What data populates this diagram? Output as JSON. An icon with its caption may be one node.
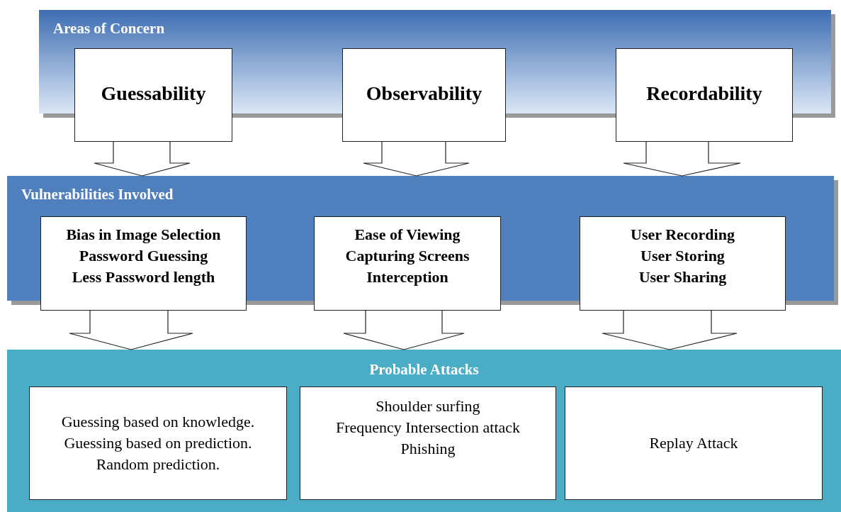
{
  "diagram": {
    "nodes": [
      {
        "text": [
          "Areas of Concern"
        ]
      },
      {
        "text": [
          "Guessability"
        ]
      },
      {
        "text": [
          "Observability"
        ]
      },
      {
        "text": [
          "Recordability"
        ]
      },
      {
        "text": [
          "Vulnerabilities Involved"
        ]
      },
      {
        "text": [
          "Bias in Image Selection",
          "Password Guessing",
          "Less Password length"
        ]
      },
      {
        "text": [
          "Ease of Viewing",
          "Capturing Screens",
          "Interception"
        ]
      },
      {
        "text": [
          "User Recording",
          "User Storing",
          "User Sharing"
        ]
      },
      {
        "text": [
          "Probable Attacks"
        ]
      },
      {
        "text": [
          "Guessing based on knowledge.",
          "Guessing based on prediction.",
          "Random prediction."
        ],
        "in": 8
      },
      {
        "text": [
          "Shoulder surfing",
          "Frequency Intersection attack",
          "Phishing"
        ],
        "in": 8
      },
      {
        "text": [
          "Replay Attack"
        ],
        "in": 8
      }
    ],
    "edges": [
      {
        "from": 1,
        "to": 4,
        "arrow": "to"
      },
      {
        "from": 2,
        "to": 4,
        "arrow": "to"
      },
      {
        "from": 3,
        "to": 4,
        "arrow": "to"
      },
      {
        "from": 5,
        "to": 8,
        "arrow": "to"
      },
      {
        "from": 6,
        "to": 8,
        "arrow": "to"
      },
      {
        "from": 7,
        "to": 8,
        "arrow": "to"
      }
    ]
  }
}
